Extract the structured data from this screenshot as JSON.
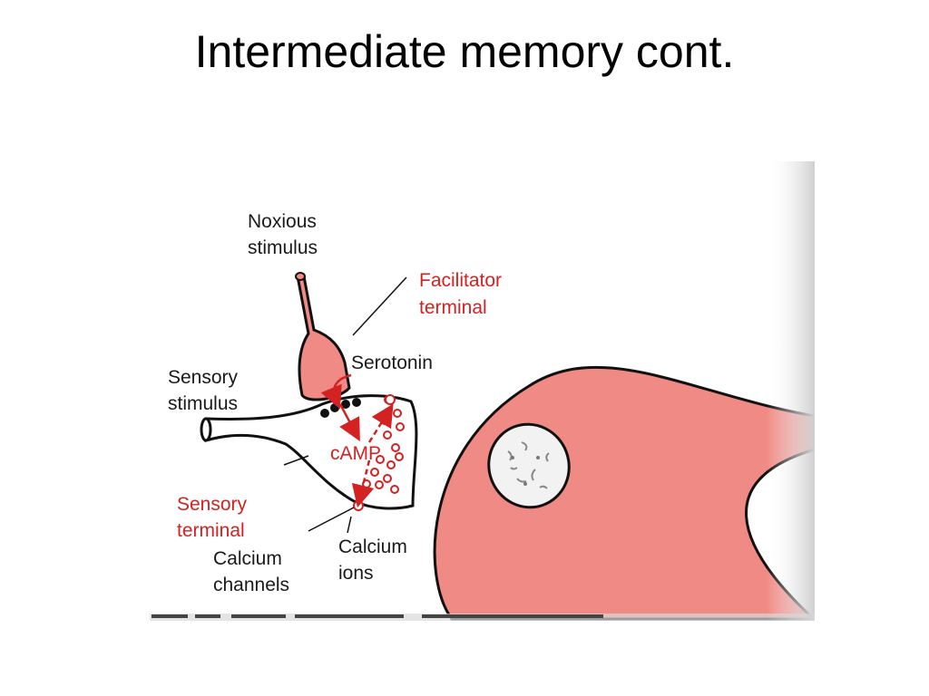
{
  "slide": {
    "title": "Intermediate memory cont."
  },
  "figure": {
    "labels": {
      "noxious_1": "Noxious",
      "noxious_2": "stimulus",
      "facilitator_1": "Facilitator",
      "facilitator_2": "terminal",
      "serotonin": "Serotonin",
      "sensory_stim_1": "Sensory",
      "sensory_stim_2": "stimulus",
      "camp": "cAMP",
      "sensory_term_1": "Sensory",
      "sensory_term_2": "terminal",
      "calcium_ch_1": "Calcium",
      "calcium_ch_2": "channels",
      "calcium_ions_1": "Calcium",
      "calcium_ions_2": "ions"
    },
    "colors": {
      "neuron_fill": "#f08a84",
      "label_red": "#d42222",
      "outline": "#111111"
    }
  }
}
